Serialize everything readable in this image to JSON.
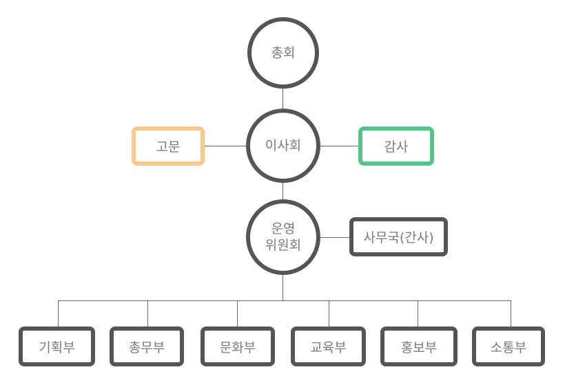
{
  "nodes": {
    "general_assembly": "총회",
    "board": "이사회",
    "advisor": "고문",
    "auditor": "감사",
    "steering_line1": "운영",
    "steering_line2": "위원회",
    "secretariat": "사무국(간사)"
  },
  "departments": [
    "기획부",
    "총무부",
    "문화부",
    "교육부",
    "홍보부",
    "소통부"
  ],
  "colors": {
    "node_border": "#555555",
    "advisor_border": "#fcc98c",
    "auditor_border": "#55c48b",
    "text": "#7a7a7a",
    "connector": "#666666"
  }
}
